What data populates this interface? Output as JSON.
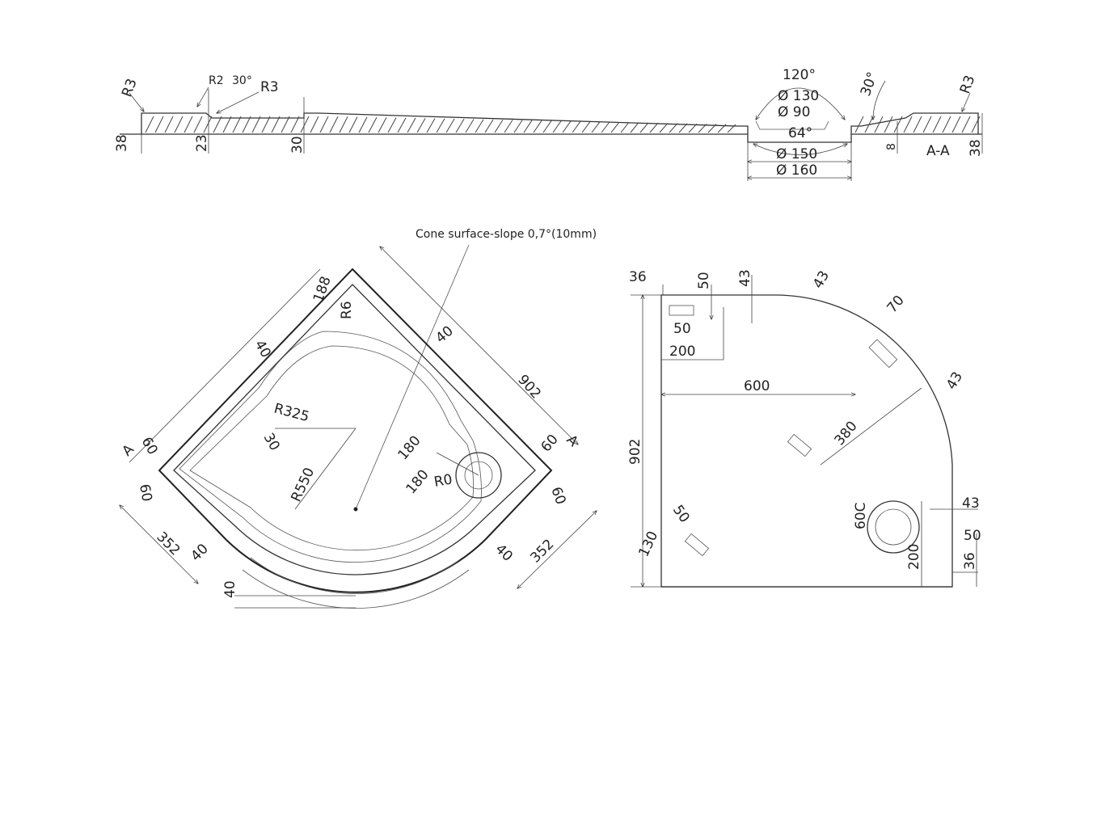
{
  "section": {
    "name": "A-A",
    "left_dims": [
      "R3",
      "R2",
      "30°",
      "R3",
      "38",
      "23",
      "30"
    ],
    "drain_dims": [
      "120°",
      "Ø 130",
      "Ø 90",
      "64°",
      "Ø 150",
      "Ø 160"
    ],
    "right_dims": [
      "30°",
      "R3",
      "8",
      "38"
    ]
  },
  "plan_left": {
    "note": "Cone surface-slope 0,7°(10mm)",
    "dims": {
      "d188": "188",
      "r6": "R6",
      "d40a": "40",
      "d40b": "40",
      "d902": "902",
      "r325": "R325",
      "d30": "30",
      "r550": "R550",
      "d180a": "180",
      "d180b": "180",
      "r0": "R0",
      "d60a": "60",
      "d60b": "60",
      "d60c": "60",
      "d60d": "60",
      "d352a": "352",
      "d352b": "352",
      "d40c": "40",
      "d40d": "40",
      "d40e": "40",
      "markA1": "A",
      "markA2": "A"
    }
  },
  "plan_right": {
    "dims": {
      "d36a": "36",
      "d50a": "50",
      "d43a": "43",
      "d43b": "43",
      "d70": "70",
      "d50b": "50",
      "d200a": "200",
      "d600": "600",
      "d43c": "43",
      "d902": "902",
      "d380": "380",
      "d50c": "50",
      "d130": "130",
      "d600c": "60C",
      "d43d": "43",
      "d50d": "50",
      "d200b": "200",
      "d36b": "36"
    }
  }
}
